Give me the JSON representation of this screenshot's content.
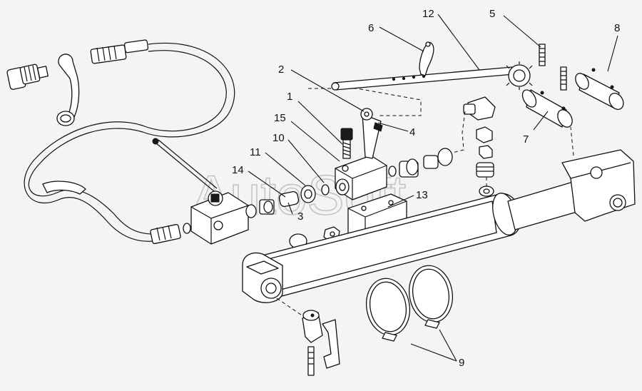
{
  "watermark": "AutoSoft",
  "callouts": [
    {
      "id": "c1",
      "label": "1"
    },
    {
      "id": "c2",
      "label": "2"
    },
    {
      "id": "c3",
      "label": "3"
    },
    {
      "id": "c4",
      "label": "4"
    },
    {
      "id": "c5",
      "label": "5"
    },
    {
      "id": "c6",
      "label": "6"
    },
    {
      "id": "c7",
      "label": "7"
    },
    {
      "id": "c8",
      "label": "8"
    },
    {
      "id": "c9",
      "label": "9"
    },
    {
      "id": "c10",
      "label": "10"
    },
    {
      "id": "c11",
      "label": "11"
    },
    {
      "id": "c12",
      "label": "12"
    },
    {
      "id": "c13",
      "label": "13"
    },
    {
      "id": "c14",
      "label": "14"
    },
    {
      "id": "c15",
      "label": "15"
    }
  ],
  "colors": {
    "ink": "#111111",
    "paper": "#f4f4f4",
    "watermark": "#c4c4c4"
  }
}
